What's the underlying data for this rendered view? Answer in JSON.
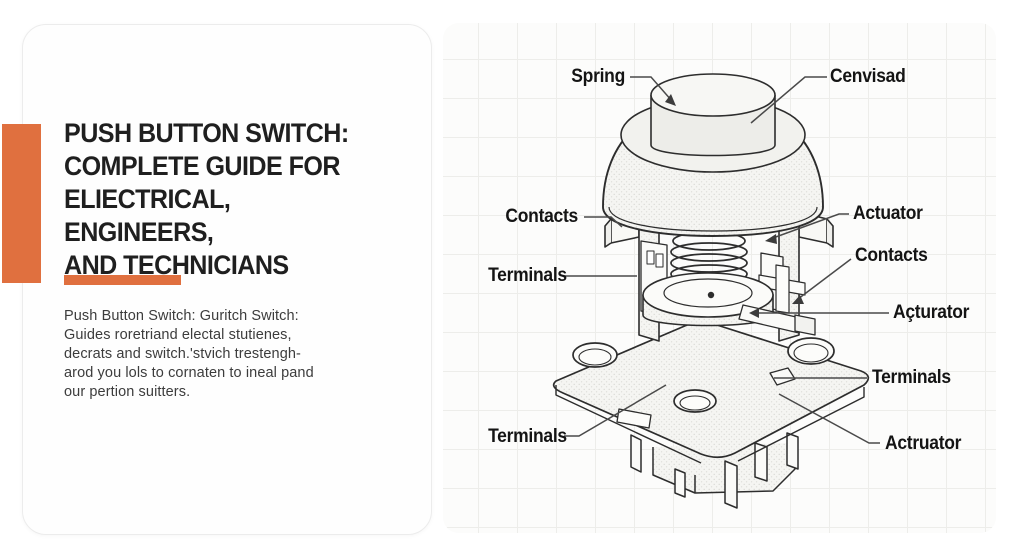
{
  "page": {
    "background_color": "#ffffff"
  },
  "left_panel": {
    "accent_color": "#E0703F",
    "title_lines": [
      "PUSH BUTTON SWITCH:",
      "COMPLETE GUIDE FOR",
      "ELIECTRICAL, ENGINEERS,",
      "AND TECHNICIANS"
    ],
    "paragraph_lines": [
      "Push Button Switch: Guritch Switch:",
      "Guides roretriand electal stutienes,",
      "decrats and  switch.'stvich trestengh-",
      "arod you lols to cornaten to ineal pand",
      "our pertion suitters."
    ]
  },
  "diagram": {
    "ink_color": "#2d2d2d",
    "subject": "push-button-switch-exploded-view",
    "labels": {
      "spring": "Spring",
      "cenvisad": "Cenvisad",
      "contacts_left": "Contacts",
      "actuator_top_right": "Actuator",
      "contacts_right": "Contacts",
      "acturator_right": "Açturator",
      "terminals_left": "Terminals",
      "terminals_right": "Terminals",
      "terminals_bottom_left": "Terminals",
      "actruator_bottom_right": "Actruator"
    }
  }
}
